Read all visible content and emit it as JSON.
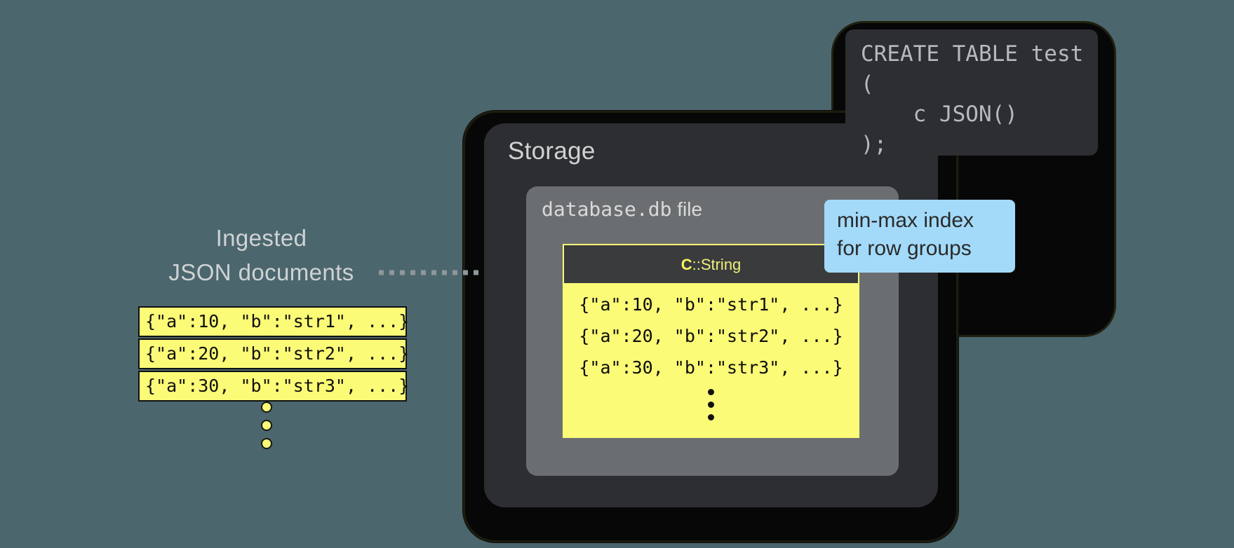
{
  "background_color": "#4c666e",
  "ingest": {
    "label": "Ingested\nJSON documents",
    "arrow_name": "dashed-arrow-right",
    "documents": [
      "{\"a\":10, \"b\":\"str1\", ...}",
      "{\"a\":20, \"b\":\"str2\", ...}",
      "{\"a\":30, \"b\":\"str3\", ...}"
    ],
    "ellipsis": "vertical-ellipsis",
    "doc_bg_color": "#fbfb77"
  },
  "storage": {
    "title": "Storage",
    "panel_color": "#2c2e31",
    "dbfile": {
      "name_mono": "database.db",
      "name_sans": " file",
      "panel_color": "#6b6e71",
      "column": {
        "header_prefix": "C",
        "header_suffix": "::String",
        "header_color": "#f8f85e",
        "header_bg": "#3a3b3d",
        "body_bg": "#fbfb77",
        "rows": [
          "{\"a\":10, \"b\":\"str1\", ...}",
          "{\"a\":20, \"b\":\"str2\", ...}",
          "{\"a\":30, \"b\":\"str3\", ...}"
        ],
        "ellipsis": "vertical-ellipsis"
      }
    }
  },
  "sql_callout": {
    "code": "CREATE TABLE test\n(\n    c JSON()\n);",
    "bg_color": "#2c2e31",
    "text_color": "#b6babd"
  },
  "minmax_callout": {
    "text": "min-max index\nfor row groups",
    "bg_color": "#a3dafa",
    "text_color": "#2a2a2a"
  }
}
